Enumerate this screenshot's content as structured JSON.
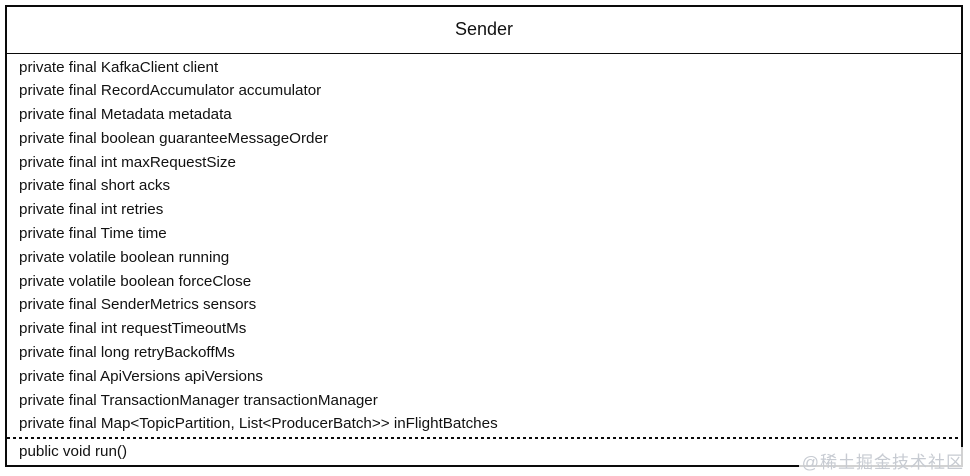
{
  "class_diagram": {
    "title": "Sender",
    "fields": [
      "private final KafkaClient client",
      "private final RecordAccumulator accumulator",
      "private final Metadata metadata",
      "private final boolean guaranteeMessageOrder",
      "private final int maxRequestSize",
      "private final short acks",
      "private final int retries",
      "private final Time time",
      "private volatile boolean running",
      "private volatile boolean forceClose",
      "private final SenderMetrics sensors",
      "private final int requestTimeoutMs",
      "private final long retryBackoffMs",
      "private final ApiVersions apiVersions",
      "private final TransactionManager transactionManager",
      "private final Map<TopicPartition, List<ProducerBatch>> inFlightBatches"
    ],
    "methods": [
      "public void run()"
    ]
  },
  "watermark": {
    "text": "@稀土掘金技术社区"
  },
  "colors": {
    "border": "#0a0a0a",
    "text": "#111111",
    "watermark": "#c7cbd2",
    "background": "#ffffff"
  }
}
